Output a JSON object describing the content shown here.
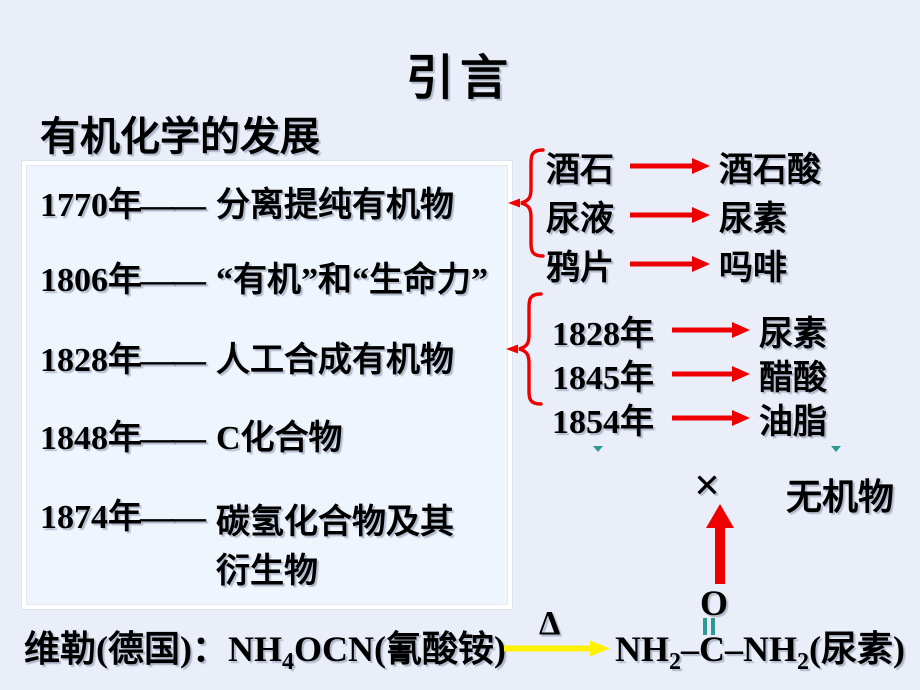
{
  "colors": {
    "background": "#e9eef8",
    "box_background": "#eff5fd",
    "accent_red": "#ee0000",
    "arrow_yellow": "#fff100",
    "bond_teal": "#2a9a92",
    "text": "#000000"
  },
  "header": {
    "title": "引言",
    "subtitle": "有机化学的发展"
  },
  "timeline": {
    "rows": [
      {
        "year": "1770年",
        "dash": "——",
        "label": "分离提纯有机物"
      },
      {
        "year": "1806年",
        "dash": "——",
        "label": "“有机”和“生命力”"
      },
      {
        "year": "1828年",
        "dash": "——",
        "label": "人工合成有机物"
      },
      {
        "year": "1848年",
        "dash": "——",
        "label": "C化合物"
      },
      {
        "year": "1874年",
        "dash": "——",
        "label": "碳氢化合物及其\n衍生物"
      }
    ]
  },
  "extraction_group": {
    "rows": [
      {
        "source": "酒石",
        "product": "酒石酸"
      },
      {
        "source": "尿液",
        "product": "尿素"
      },
      {
        "source": "鸦片",
        "product": "吗啡"
      }
    ]
  },
  "synthesis_group": {
    "rows": [
      {
        "year": "1828年",
        "product": "尿素"
      },
      {
        "year": "1845年",
        "product": "醋酸"
      },
      {
        "year": "1854年",
        "product": "油脂"
      }
    ]
  },
  "negation": {
    "cross": "×",
    "label": "无机物"
  },
  "equation": {
    "scientist": "维勒(德国)：",
    "reactant_pre": "NH",
    "reactant_sub": "4",
    "reactant_post": "OCN(氰酸铵)",
    "condition": "Δ",
    "oxygen": "O",
    "product_n1": "NH",
    "product_s1": "2",
    "product_mid": "–C–",
    "product_n2": "NH",
    "product_s2": "2",
    "product_note": "(尿素)"
  }
}
